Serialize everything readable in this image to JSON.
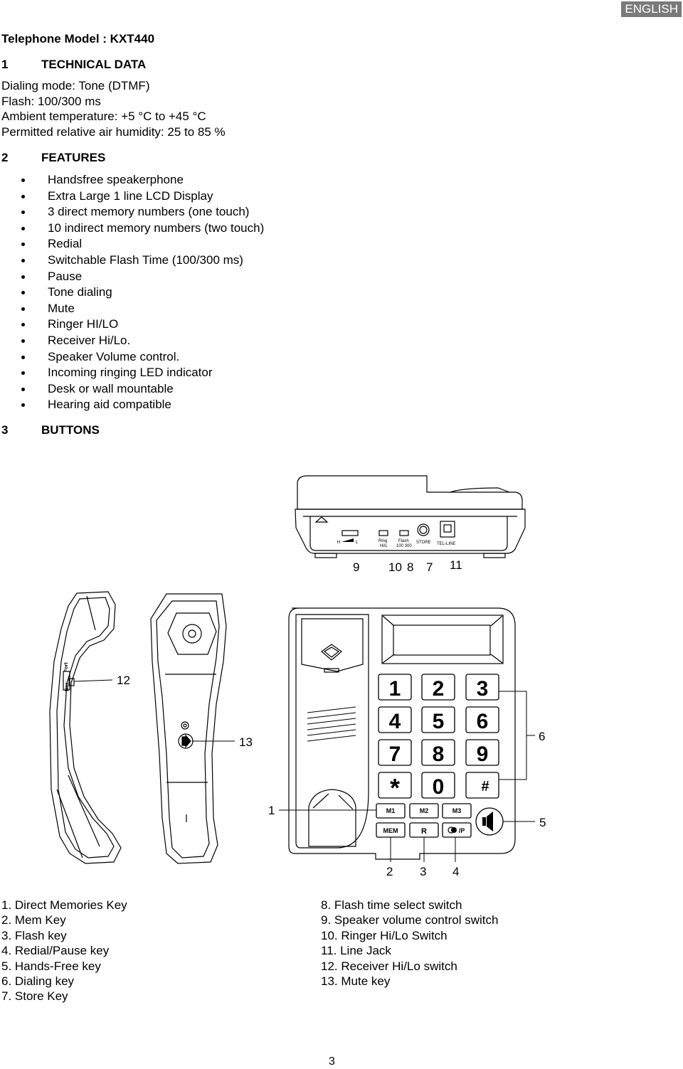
{
  "header": {
    "language": "ENGLISH"
  },
  "title": "Telephone Model : KXT440",
  "sections": {
    "tech": {
      "num": "1",
      "label": "TECHNICAL DATA"
    },
    "features": {
      "num": "2",
      "label": "FEATURES"
    },
    "buttons": {
      "num": "3",
      "label": "BUTTONS"
    }
  },
  "technical_data": [
    "Dialing mode: Tone (DTMF)",
    "Flash: 100/300 ms",
    "Ambient temperature: +5 °C to +45 °C",
    "Permitted relative air humidity: 25 to 85 %"
  ],
  "features": [
    "Handsfree speakerphone",
    "Extra Large 1 line LCD Display",
    "3 direct memory numbers (one touch)",
    "10 indirect memory numbers (two touch)",
    "Redial",
    "Switchable Flash Time  (100/300 ms)",
    "Pause",
    "Tone dialing",
    "Mute",
    "Ringer HI/LO",
    "Receiver Hi/Lo.",
    "Speaker Volume control.",
    "Incoming ringing LED indicator",
    "Desk or wall mountable",
    "Hearing aid compatible"
  ],
  "diagram": {
    "back_labels": {
      "hi": "H",
      "lo": "L",
      "ring": "Ring",
      "ring_hl": "Hi/L",
      "flash": "Flash",
      "flash_ms": "100 300",
      "store": "STORE",
      "tel_line": "TEL-LINE"
    },
    "back_callouts": [
      "9",
      "10",
      "8",
      "7",
      "11"
    ],
    "handset_labels": {
      "nor": "Nor",
      "fort": "Fort"
    },
    "callouts": {
      "c12": "12",
      "c13": "13",
      "c6": "6",
      "c1": "1",
      "c5": "5",
      "c2": "2",
      "c3": "3",
      "c4": "4"
    },
    "keys": [
      "1",
      "2",
      "3",
      "4",
      "5",
      "6",
      "7",
      "8",
      "9",
      "*",
      "0",
      "#"
    ],
    "mem_keys": [
      "M1",
      "M2",
      "M3"
    ],
    "func_keys": {
      "mem": "MEM",
      "r": "R",
      "pause": "/P"
    }
  },
  "legend_left": [
    "1. Direct Memories Key",
    "2. Mem Key",
    "3. Flash key",
    "4. Redial/Pause key",
    "5. Hands-Free key",
    "6. Dialing key",
    "7. Store Key"
  ],
  "legend_right": [
    "8. Flash time select switch",
    "9. Speaker volume control switch",
    "10. Ringer Hi/Lo Switch",
    "11. Line Jack",
    "12. Receiver Hi/Lo switch",
    "13. Mute key"
  ],
  "page_number": "3"
}
